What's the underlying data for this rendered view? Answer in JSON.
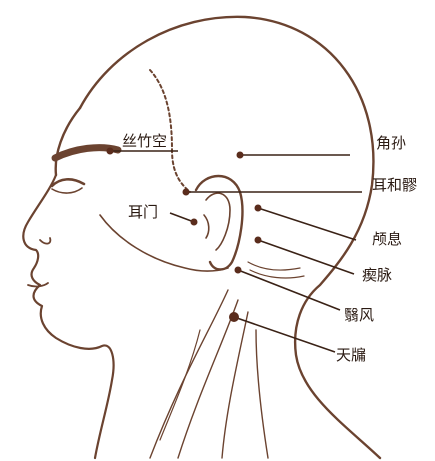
{
  "labels": {
    "sizhukong": "丝竹空",
    "jiaosun": "角孙",
    "erheliao": "耳和髎",
    "ermen": "耳门",
    "luxi": "颅息",
    "chimai": "瘈脉",
    "yifeng": "翳风",
    "tianyou": "天牖"
  },
  "colors": {
    "outline": "#6b4330",
    "point": "#5a2c1c",
    "text": "#2a1a12",
    "background": "#ffffff"
  }
}
